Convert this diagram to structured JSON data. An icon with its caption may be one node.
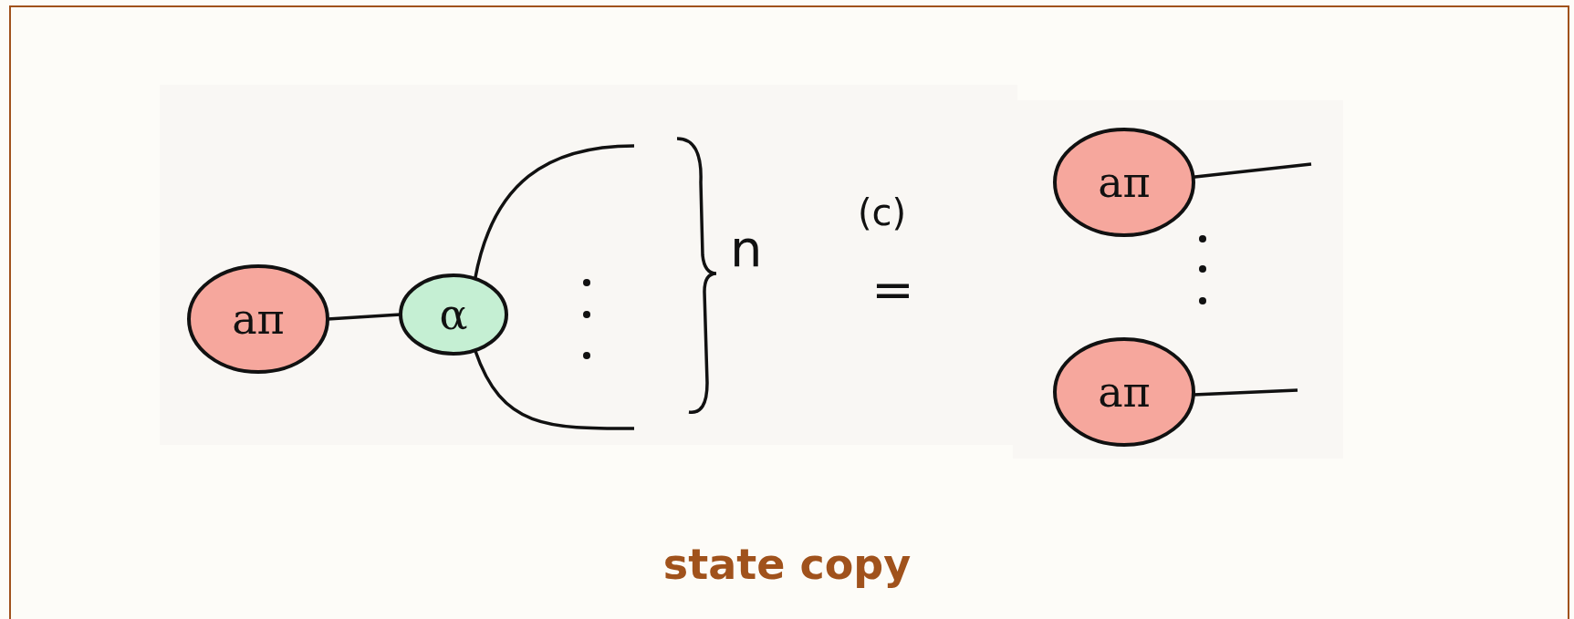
{
  "diagram": {
    "caption": "state copy",
    "nodes": [
      {
        "text": [
          "aπ"
        ]
      },
      {
        "text": [
          "α"
        ]
      },
      {
        "text": [
          "aπ"
        ]
      },
      {
        "text": [
          "aπ"
        ]
      }
    ],
    "edges": [
      {
        "from": 0,
        "to": 1,
        "arrow": "none"
      },
      {
        "from": 1,
        "to": null,
        "arrow": "none"
      },
      {
        "from": 1,
        "to": null,
        "arrow": "none"
      },
      {
        "from": 2,
        "to": null,
        "arrow": "none"
      },
      {
        "from": 3,
        "to": null,
        "arrow": "none"
      }
    ],
    "labels": [
      "n",
      "(c)",
      "="
    ]
  }
}
